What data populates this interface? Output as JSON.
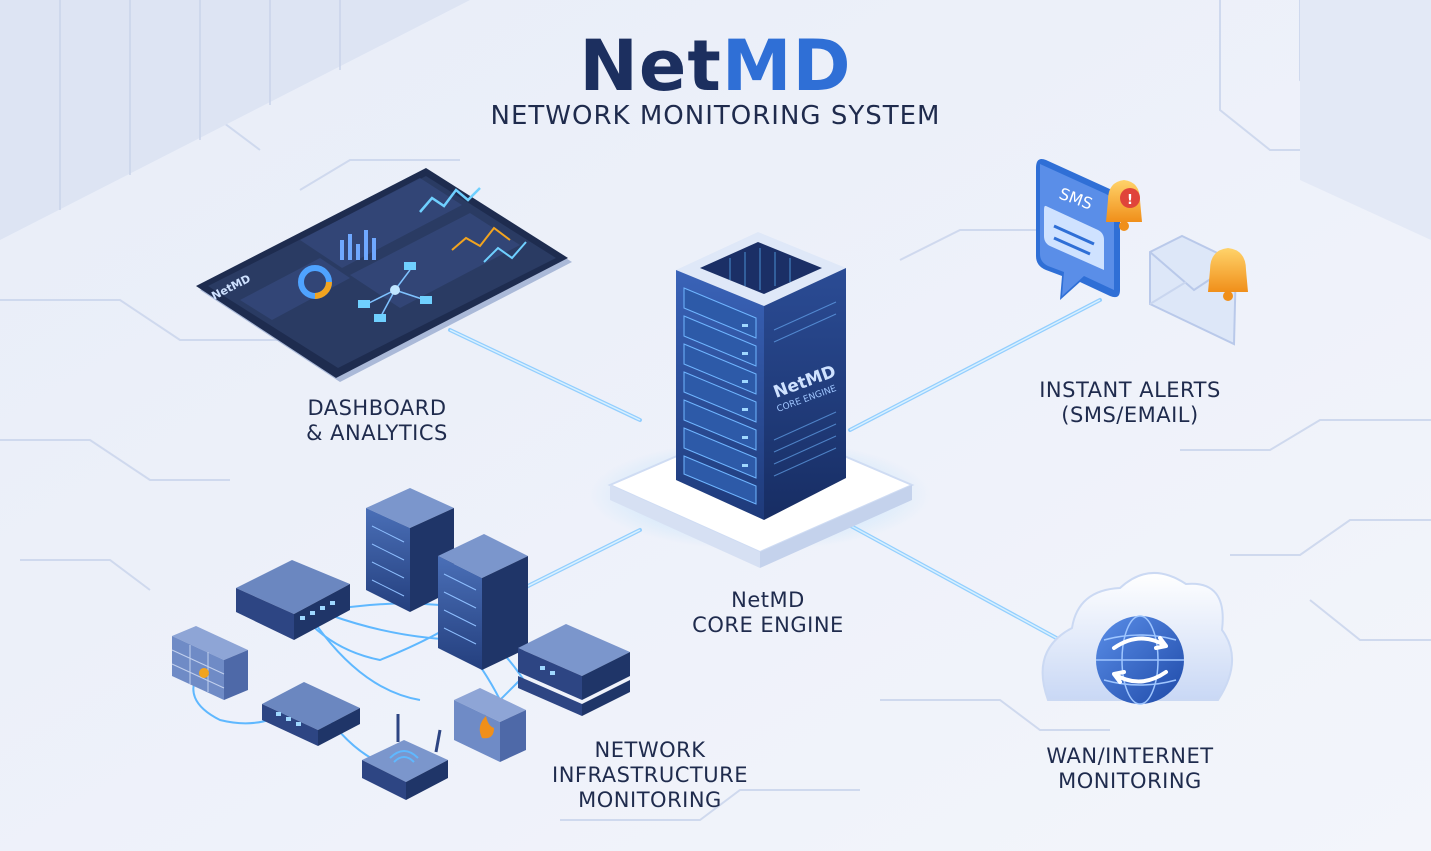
{
  "title": {
    "brand_part1": "Net",
    "brand_part2": "MD",
    "subtitle": "NETWORK MONITORING SYSTEM"
  },
  "components": {
    "dashboard": {
      "line1": "DASHBOARD",
      "line2": "& ANALYTICS",
      "tablet_brand": "NetMD"
    },
    "alerts": {
      "line1": "INSTANT ALERTS",
      "line2": "(SMS/EMAIL)",
      "sms_badge": "SMS"
    },
    "core": {
      "line1": "NetMD",
      "line2": "CORE ENGINE",
      "server_brand": "NetMD",
      "server_sub": "CORE ENGINE"
    },
    "network": {
      "line1": "NETWORK",
      "line2": "INFRASTRUCTURE",
      "line3": "MONITORING"
    },
    "wan": {
      "line1": "WAN/INTERNET",
      "line2": "MONITORING"
    }
  },
  "colors": {
    "navy": "#1c2f5f",
    "accent": "#2f6fd6",
    "glow": "#5fb8ff",
    "alert": "#f2a41f",
    "danger": "#e0443a",
    "background": "#eef2fa"
  },
  "icons": [
    "tablet-icon",
    "server-tower-icon",
    "sms-bubble-icon",
    "bell-icon",
    "envelope-icon",
    "cloud-icon",
    "globe-icon",
    "firewall-icon",
    "switch-icon",
    "router-icon",
    "server-rack-icon"
  ]
}
